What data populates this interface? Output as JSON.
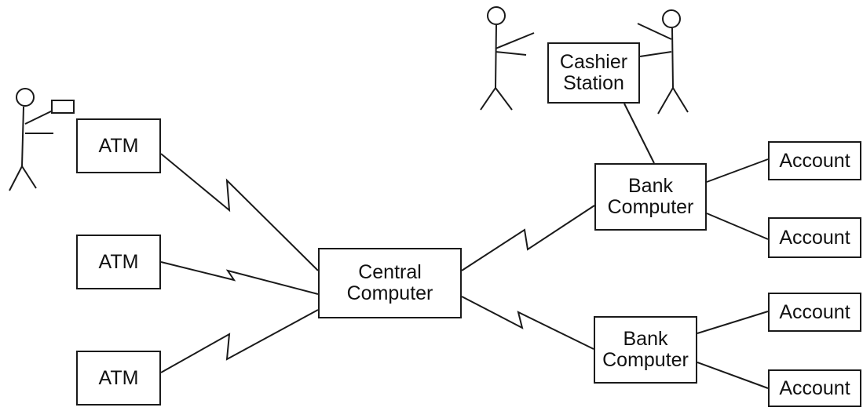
{
  "diagram": {
    "atms": [
      {
        "label": "ATM"
      },
      {
        "label": "ATM"
      },
      {
        "label": "ATM"
      }
    ],
    "central": {
      "line1": "Central",
      "line2": "Computer"
    },
    "cashier": {
      "line1": "Cashier",
      "line2": "Station"
    },
    "banks": [
      {
        "line1": "Bank",
        "line2": "Computer"
      },
      {
        "line1": "Bank",
        "line2": "Computer"
      }
    ],
    "accounts": [
      {
        "label": "Account"
      },
      {
        "label": "Account"
      },
      {
        "label": "Account"
      },
      {
        "label": "Account"
      }
    ],
    "colors": {
      "ink": "#1a1a1a",
      "background": "#ffffff"
    }
  }
}
